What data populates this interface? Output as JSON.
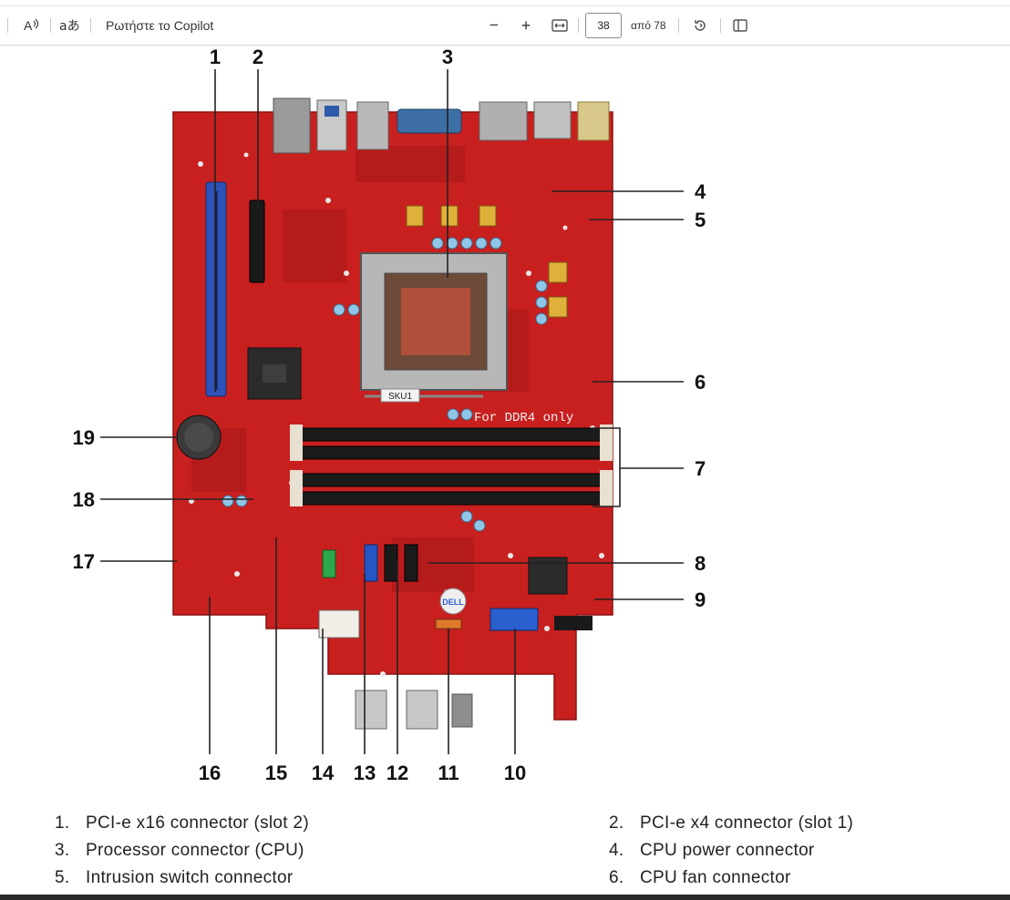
{
  "toolbar": {
    "read_aloud_icon": "read-aloud-icon",
    "translate_icon": "translate-icon",
    "copilot_label": "Ρωτήστε το Copilot",
    "zoom_out": "−",
    "zoom_in": "+",
    "fit_icon": "fit-width-icon",
    "page_current": "38",
    "page_total": "από 78",
    "rotate_icon": "rotate-icon",
    "page_view_icon": "page-view-icon"
  },
  "figure": {
    "callouts_top": [
      "1",
      "2",
      "3"
    ],
    "callouts_right": [
      "4",
      "5",
      "6",
      "7",
      "8",
      "9"
    ],
    "callouts_left": [
      "19",
      "18",
      "17"
    ],
    "callouts_bottom": [
      "16",
      "15",
      "14",
      "13",
      "12",
      "11",
      "10"
    ],
    "board_texts": {
      "ddr": "For DDR4 only",
      "sku": "SKU1",
      "brand": "DELL"
    }
  },
  "legend": [
    {
      "num": "1.",
      "text": "PCI-e x16 connector (slot 2)"
    },
    {
      "num": "2.",
      "text": "PCI-e x4 connector (slot 1)"
    },
    {
      "num": "3.",
      "text": "Processor connector (CPU)"
    },
    {
      "num": "4.",
      "text": "CPU power connector"
    },
    {
      "num": "5.",
      "text": "Intrusion switch connector"
    },
    {
      "num": "6.",
      "text": "CPU fan connector"
    }
  ]
}
